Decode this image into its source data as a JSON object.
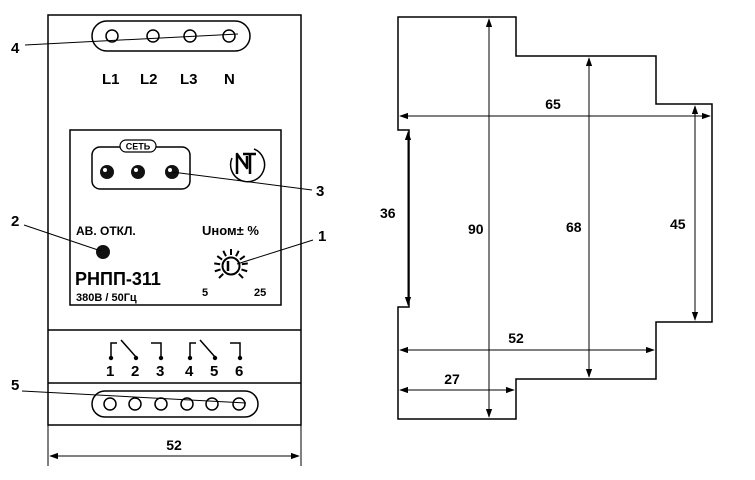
{
  "front": {
    "top_terminals": [
      "L1",
      "L2",
      "L3",
      "N"
    ],
    "indicator_label": "СЕТЬ",
    "alarm_label": "АВ. ОТКЛ.",
    "knob_label": "Uном± %",
    "knob_min": "5",
    "knob_max": "25",
    "model": "РНПП-311",
    "rating": "380В / 50Гц",
    "logo": "NT",
    "contacts": [
      "1",
      "2",
      "3",
      "4",
      "5",
      "6"
    ],
    "callouts": [
      "1",
      "2",
      "3",
      "4",
      "5"
    ],
    "width_dim": "52"
  },
  "side": {
    "dims": {
      "total_width": "65",
      "rail_height": "36",
      "total_height": "90",
      "inner_height": "68",
      "front_height": "45",
      "base_width": "52",
      "step_width": "27"
    }
  }
}
